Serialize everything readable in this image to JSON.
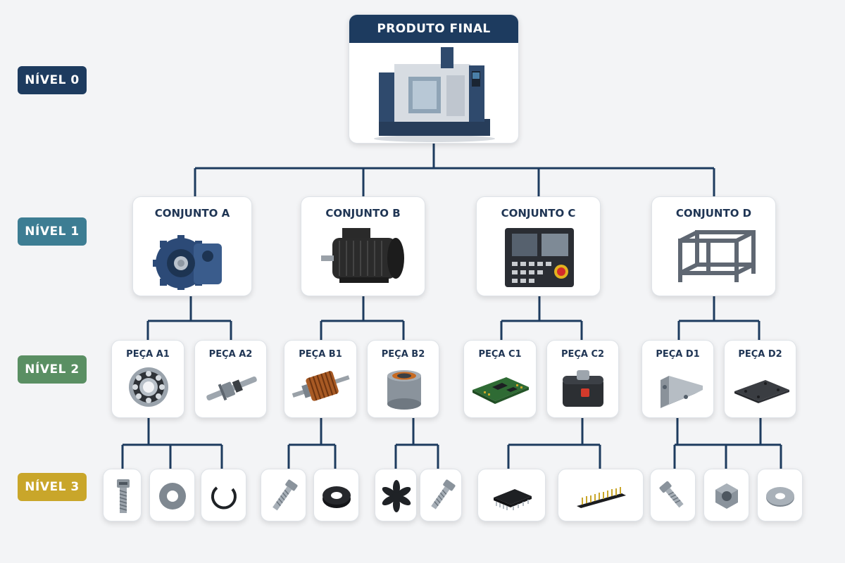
{
  "levels": [
    {
      "label": "NÍVEL 0",
      "color": "#1d3b5f"
    },
    {
      "label": "NÍVEL 1",
      "color": "#3d7d93"
    },
    {
      "label": "NÍVEL 2",
      "color": "#5a8f63"
    },
    {
      "label": "NÍVEL 3",
      "color": "#c9a62a"
    }
  ],
  "product": {
    "title": "PRODUTO FINAL",
    "icon": "cnc-machine-icon"
  },
  "assemblies": [
    {
      "title": "CONJUNTO A",
      "icon": "gearbox-icon"
    },
    {
      "title": "CONJUNTO B",
      "icon": "electric-motor-icon"
    },
    {
      "title": "CONJUNTO C",
      "icon": "control-panel-icon"
    },
    {
      "title": "CONJUNTO D",
      "icon": "steel-frame-icon"
    }
  ],
  "parts": [
    {
      "title": "PEÇA A1",
      "icon": "ball-bearing-icon"
    },
    {
      "title": "PEÇA A2",
      "icon": "shaft-icon"
    },
    {
      "title": "PEÇA B1",
      "icon": "rotor-icon"
    },
    {
      "title": "PEÇA B2",
      "icon": "stator-icon"
    },
    {
      "title": "PEÇA C1",
      "icon": "circuit-board-icon"
    },
    {
      "title": "PEÇA C2",
      "icon": "switch-module-icon"
    },
    {
      "title": "PEÇA D1",
      "icon": "angle-bracket-icon"
    },
    {
      "title": "PEÇA D2",
      "icon": "metal-plate-icon"
    }
  ],
  "components": [
    {
      "icon": "screw-icon"
    },
    {
      "icon": "washer-icon"
    },
    {
      "icon": "retaining-ring-icon"
    },
    {
      "icon": "bolt-icon"
    },
    {
      "icon": "oil-seal-icon"
    },
    {
      "icon": "fan-icon"
    },
    {
      "icon": "bolt-icon"
    },
    {
      "icon": "ic-chip-icon"
    },
    {
      "icon": "pin-header-icon"
    },
    {
      "icon": "bolt-icon"
    },
    {
      "icon": "hex-nut-icon"
    },
    {
      "icon": "flat-washer-icon"
    }
  ],
  "colors": {
    "connector": "#1d3b5f",
    "title_text": "#1f3554"
  }
}
